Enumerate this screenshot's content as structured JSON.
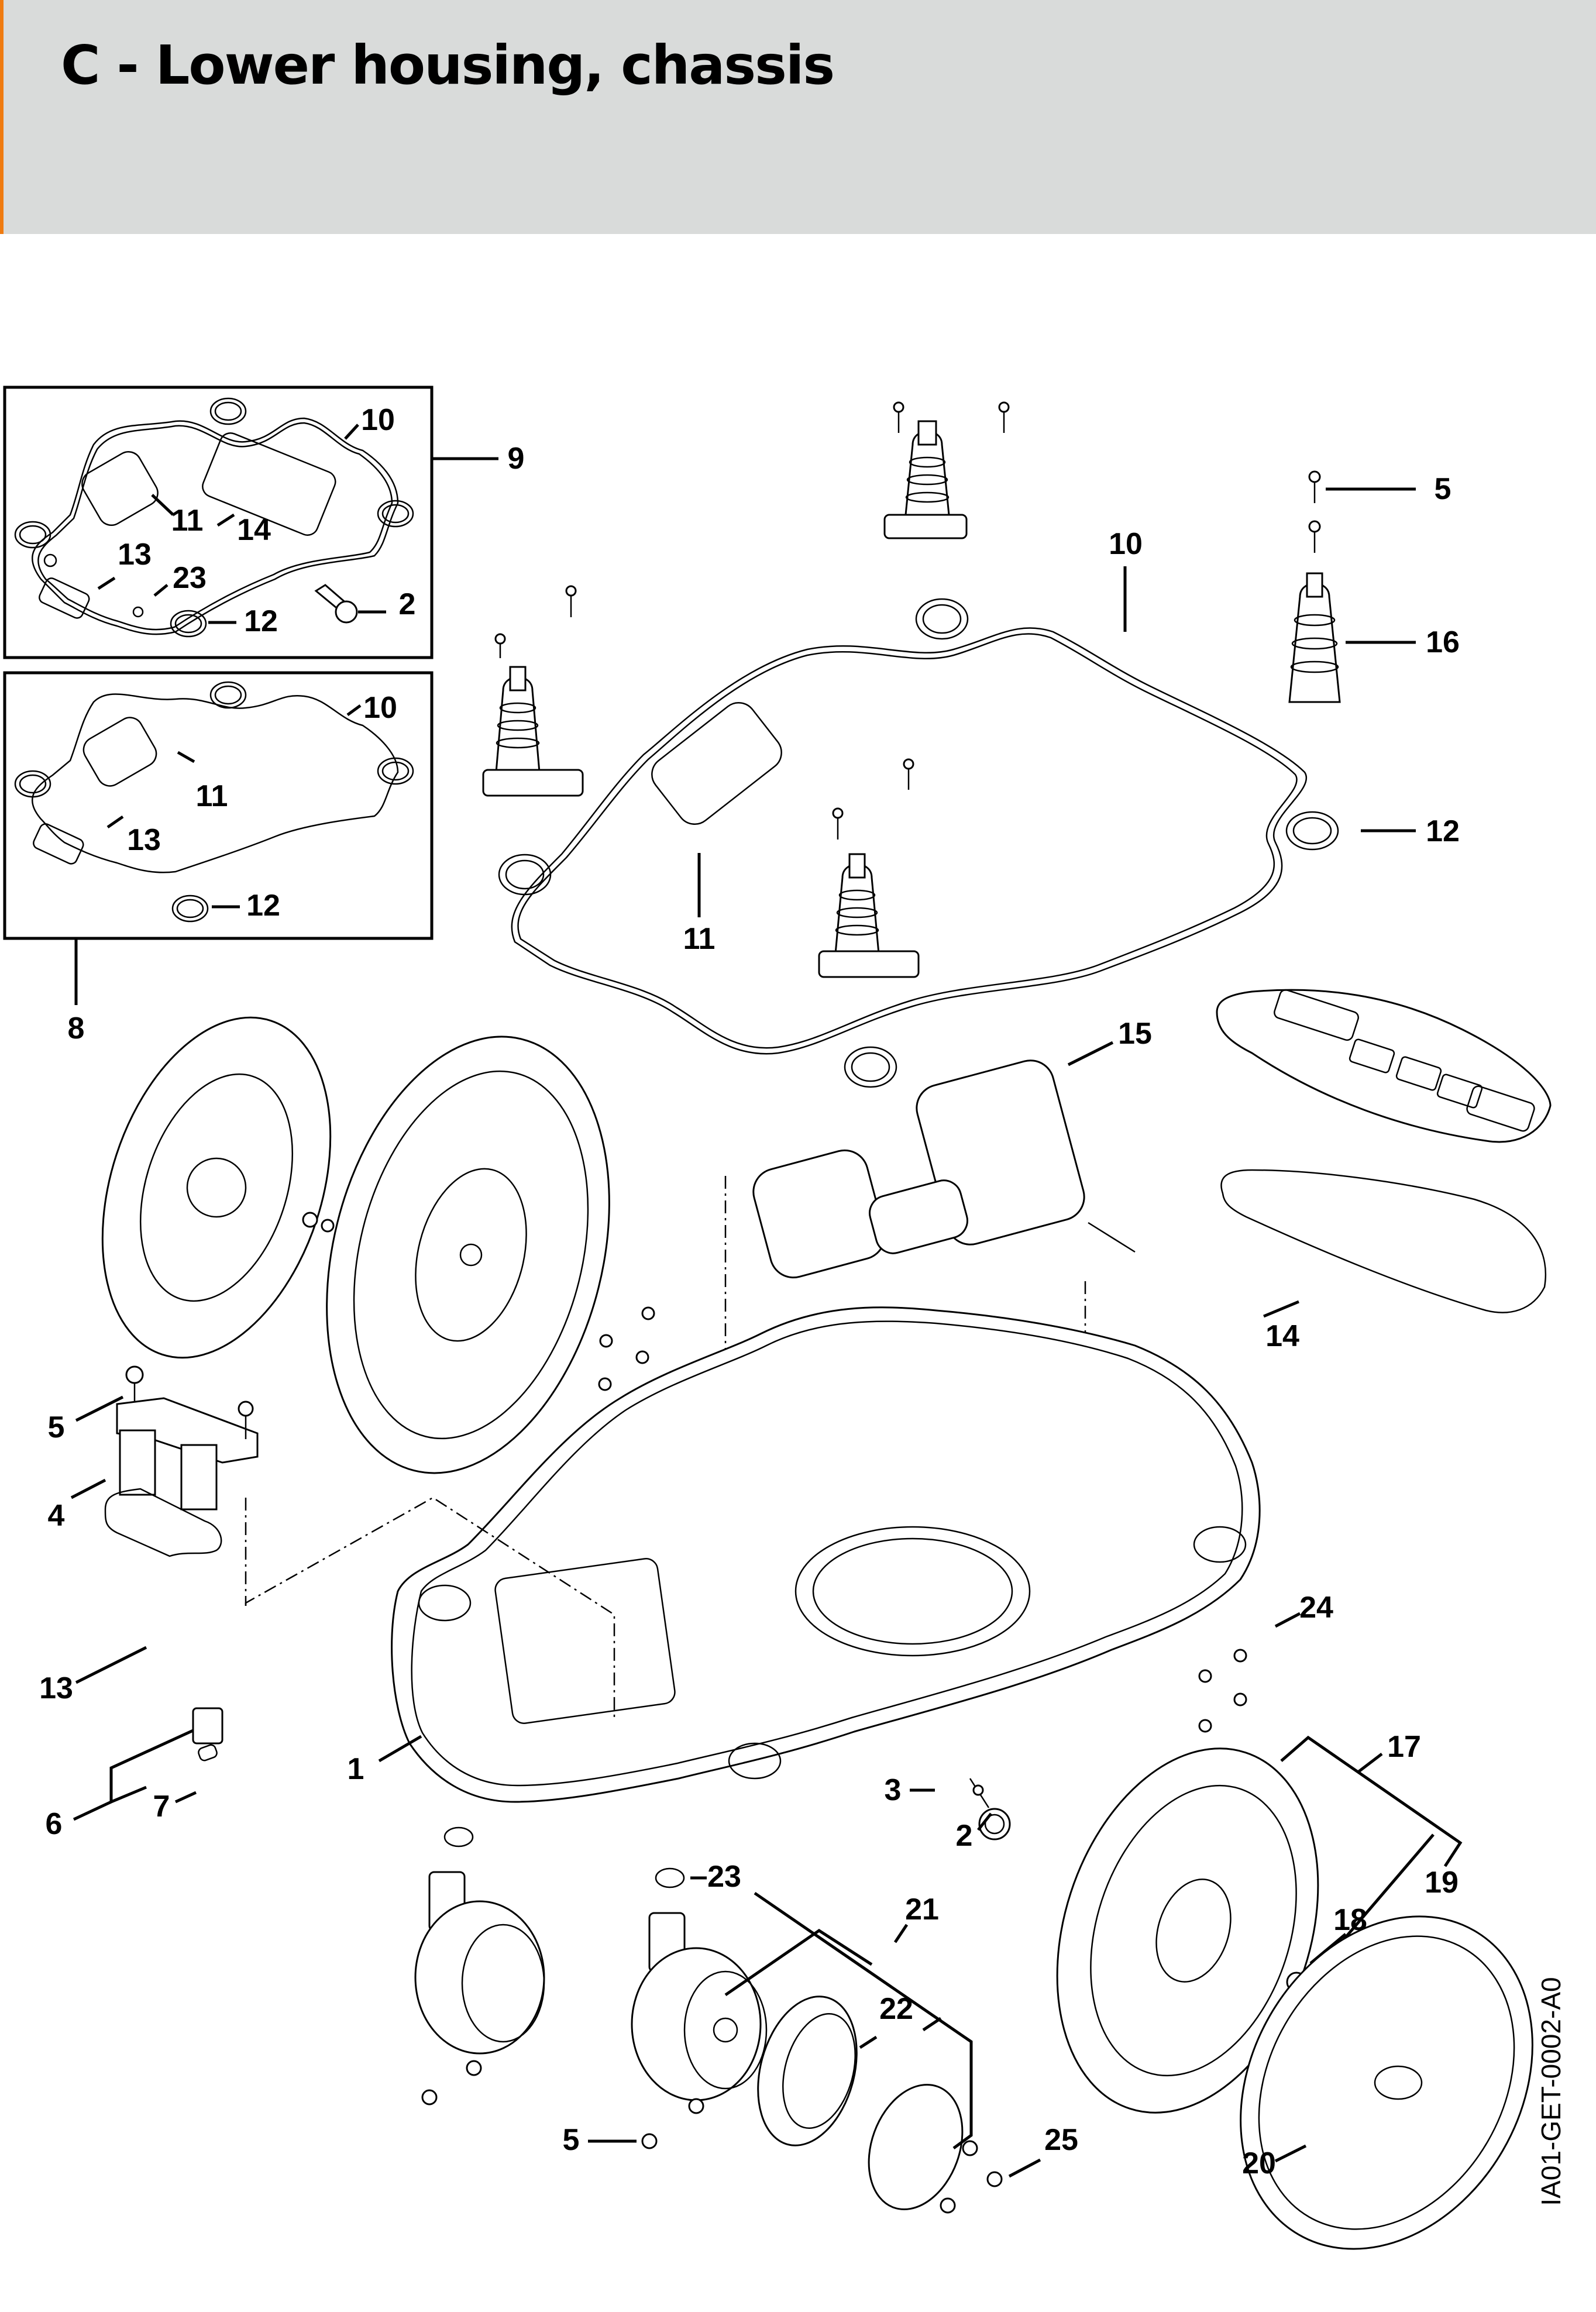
{
  "header": {
    "title": "C - Lower housing, chassis",
    "accent_color": "#ef7b10",
    "background_color": "#d9dbda"
  },
  "diagram": {
    "drawing_id": "IA01-GET-0002-A0",
    "kit_boxes": [
      {
        "kit_number": "8",
        "contains": [
          "10",
          "11",
          "13",
          "12"
        ]
      },
      {
        "kit_number": "9",
        "contains": [
          "10",
          "11",
          "14",
          "13",
          "23",
          "2",
          "12"
        ]
      }
    ],
    "callouts": {
      "box9_10": "10",
      "box9_9": "9",
      "box9_11": "11",
      "box9_14": "14",
      "box9_13": "13",
      "box9_23": "23",
      "box9_2": "2",
      "box9_12": "12",
      "box8_10": "10",
      "box8_11": "11",
      "box8_13": "13",
      "box8_12": "12",
      "box8_8": "8",
      "top_5": "5",
      "top_10": "10",
      "top_16": "16",
      "top_12": "12",
      "top_11": "11",
      "mid_15": "15",
      "mid_14": "14",
      "left_5": "5",
      "left_4": "4",
      "left_13": "13",
      "left_1": "1",
      "left_6": "6",
      "left_7": "7",
      "right_24": "24",
      "right_17": "17",
      "right_3": "3",
      "right_2": "2",
      "right_19": "19",
      "right_18": "18",
      "bot_23": "23",
      "bot_21": "21",
      "bot_22": "22",
      "bot_5": "5",
      "bot_25": "25",
      "bot_20": "20"
    }
  }
}
